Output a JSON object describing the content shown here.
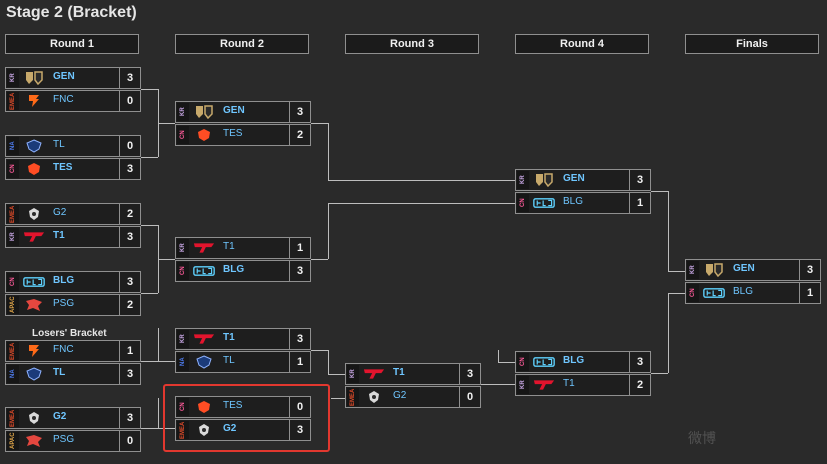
{
  "title": "Stage 2 (Bracket)",
  "rounds": [
    "Round 1",
    "Round 2",
    "Round 3",
    "Round 4",
    "Finals"
  ],
  "losers_label": "Losers' Bracket",
  "watermark": "微博",
  "regions": {
    "KR": {
      "label": "KR",
      "color": "#c9a8e6"
    },
    "CN": {
      "label": "CN",
      "color": "#ff5b9b"
    },
    "EMEA": {
      "label": "EMEA",
      "color": "#e14b2a"
    },
    "NA": {
      "label": "NA",
      "color": "#4f7ef2"
    },
    "APAC": {
      "label": "APAC",
      "color": "#e3a84a"
    }
  },
  "matches": [
    {
      "id": "r1m1",
      "teams": [
        {
          "region": "KR",
          "name": "GEN",
          "logo": "gen-logo",
          "score": "3",
          "win": true
        },
        {
          "region": "EMEA",
          "name": "FNC",
          "logo": "fnc-logo",
          "score": "0",
          "win": false
        }
      ]
    },
    {
      "id": "r1m2",
      "teams": [
        {
          "region": "NA",
          "name": "TL",
          "logo": "tl-logo",
          "score": "0",
          "win": false
        },
        {
          "region": "CN",
          "name": "TES",
          "logo": "tes-logo",
          "score": "3",
          "win": true
        }
      ]
    },
    {
      "id": "r1m3",
      "teams": [
        {
          "region": "EMEA",
          "name": "G2",
          "logo": "g2-logo",
          "score": "2",
          "win": false
        },
        {
          "region": "KR",
          "name": "T1",
          "logo": "t1-logo",
          "score": "3",
          "win": true
        }
      ]
    },
    {
      "id": "r1m4",
      "teams": [
        {
          "region": "CN",
          "name": "BLG",
          "logo": "blg-logo",
          "score": "3",
          "win": true
        },
        {
          "region": "APAC",
          "name": "PSG",
          "logo": "psg-logo",
          "score": "2",
          "win": false
        }
      ]
    },
    {
      "id": "r1m5",
      "teams": [
        {
          "region": "EMEA",
          "name": "FNC",
          "logo": "fnc-logo",
          "score": "1",
          "win": false
        },
        {
          "region": "NA",
          "name": "TL",
          "logo": "tl-logo",
          "score": "3",
          "win": true
        }
      ]
    },
    {
      "id": "r1m6",
      "teams": [
        {
          "region": "EMEA",
          "name": "G2",
          "logo": "g2-logo",
          "score": "3",
          "win": true
        },
        {
          "region": "APAC",
          "name": "PSG",
          "logo": "psg-logo",
          "score": "0",
          "win": false
        }
      ]
    },
    {
      "id": "r2m1",
      "teams": [
        {
          "region": "KR",
          "name": "GEN",
          "logo": "gen-logo",
          "score": "3",
          "win": true
        },
        {
          "region": "CN",
          "name": "TES",
          "logo": "tes-logo",
          "score": "2",
          "win": false
        }
      ]
    },
    {
      "id": "r2m2",
      "teams": [
        {
          "region": "KR",
          "name": "T1",
          "logo": "t1-logo",
          "score": "1",
          "win": false
        },
        {
          "region": "CN",
          "name": "BLG",
          "logo": "blg-logo",
          "score": "3",
          "win": true
        }
      ]
    },
    {
      "id": "r2m3",
      "teams": [
        {
          "region": "KR",
          "name": "T1",
          "logo": "t1-logo",
          "score": "3",
          "win": true
        },
        {
          "region": "NA",
          "name": "TL",
          "logo": "tl-logo",
          "score": "1",
          "win": false
        }
      ]
    },
    {
      "id": "r2m4",
      "teams": [
        {
          "region": "CN",
          "name": "TES",
          "logo": "tes-logo",
          "score": "0",
          "win": false
        },
        {
          "region": "EMEA",
          "name": "G2",
          "logo": "g2-logo",
          "score": "3",
          "win": true
        }
      ]
    },
    {
      "id": "r3m1",
      "teams": [
        {
          "region": "KR",
          "name": "T1",
          "logo": "t1-logo",
          "score": "3",
          "win": true
        },
        {
          "region": "EMEA",
          "name": "G2",
          "logo": "g2-logo",
          "score": "0",
          "win": false
        }
      ]
    },
    {
      "id": "r4m1",
      "teams": [
        {
          "region": "KR",
          "name": "GEN",
          "logo": "gen-logo",
          "score": "3",
          "win": true
        },
        {
          "region": "CN",
          "name": "BLG",
          "logo": "blg-logo",
          "score": "1",
          "win": false
        }
      ]
    },
    {
      "id": "r4m2",
      "teams": [
        {
          "region": "CN",
          "name": "BLG",
          "logo": "blg-logo",
          "score": "3",
          "win": true
        },
        {
          "region": "KR",
          "name": "T1",
          "logo": "t1-logo",
          "score": "2",
          "win": false
        }
      ]
    },
    {
      "id": "final",
      "teams": [
        {
          "region": "KR",
          "name": "GEN",
          "logo": "gen-logo",
          "score": "3",
          "win": true
        },
        {
          "region": "CN",
          "name": "BLG",
          "logo": "blg-logo",
          "score": "1",
          "win": false
        }
      ]
    }
  ]
}
